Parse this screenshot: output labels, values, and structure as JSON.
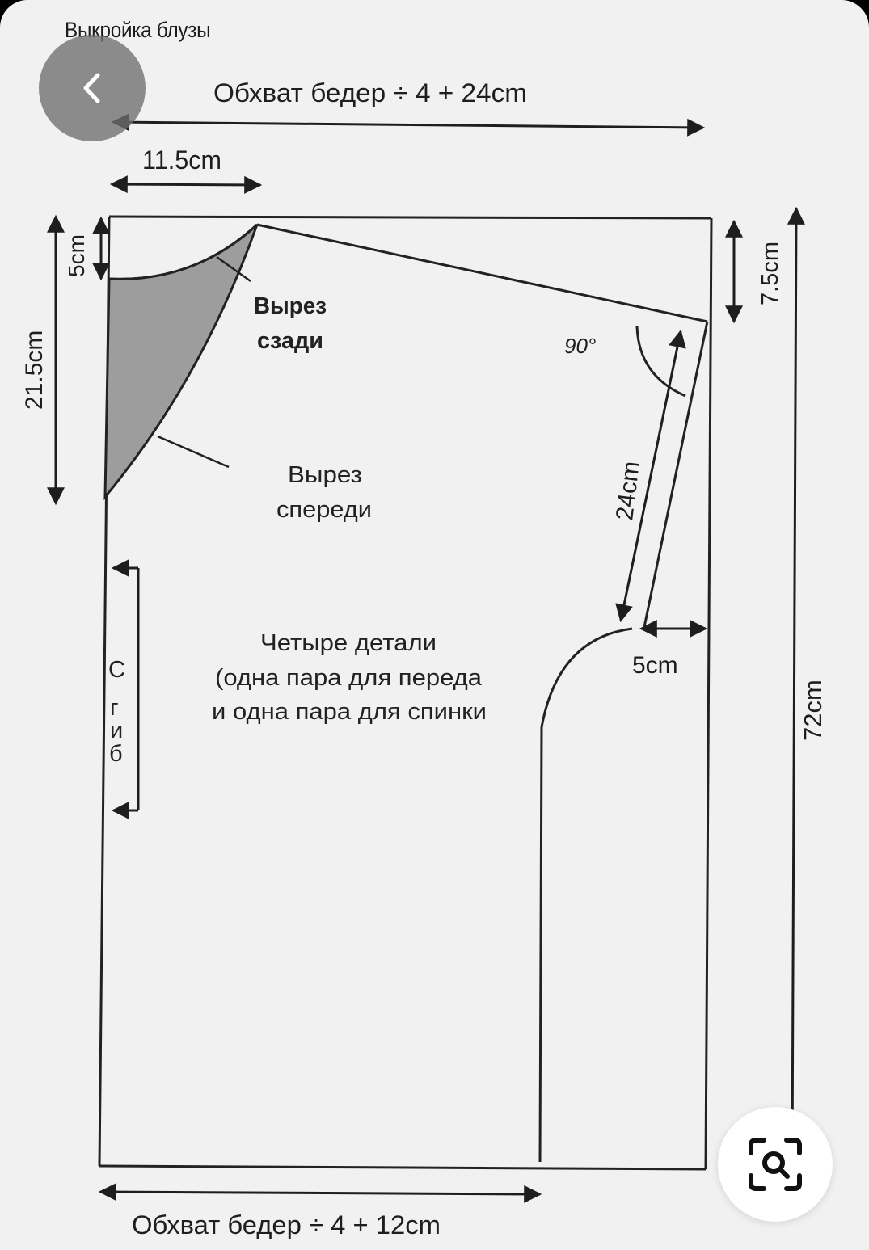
{
  "header": {
    "title": "Выкройка блузы"
  },
  "controls": {
    "back_icon": "chevron-left-icon",
    "lens_icon": "visual-search-icon"
  },
  "pattern": {
    "top_width_label": "Обхват бедер ÷ 4 + 24cm",
    "bottom_width_label": "Обхват бедер ÷ 4 + 12cm",
    "neck_width_label": "11.5cm",
    "back_neck_depth_label": "5cm",
    "front_neck_depth_label": "21.5cm",
    "shoulder_drop_label": "7.5cm",
    "total_length_label": "72cm",
    "armhole_depth_label": "24cm",
    "armhole_width_label": "5cm",
    "angle_label": "90°",
    "back_neckline_label_line1": "Вырез",
    "back_neckline_label_line2": "сзади",
    "front_neckline_label_line1": "Вырез",
    "front_neckline_label_line2": "спереди",
    "pieces_note_line1": "Четыре детали",
    "pieces_note_line2": "(одна пара для переда",
    "pieces_note_line3": "и одна пара для спинки",
    "fold_letters": [
      "С",
      "г",
      "и",
      "б"
    ]
  },
  "colors": {
    "paper": "#f1f1f1",
    "line": "#222222",
    "neckline_fill": "#9d9d9d"
  }
}
